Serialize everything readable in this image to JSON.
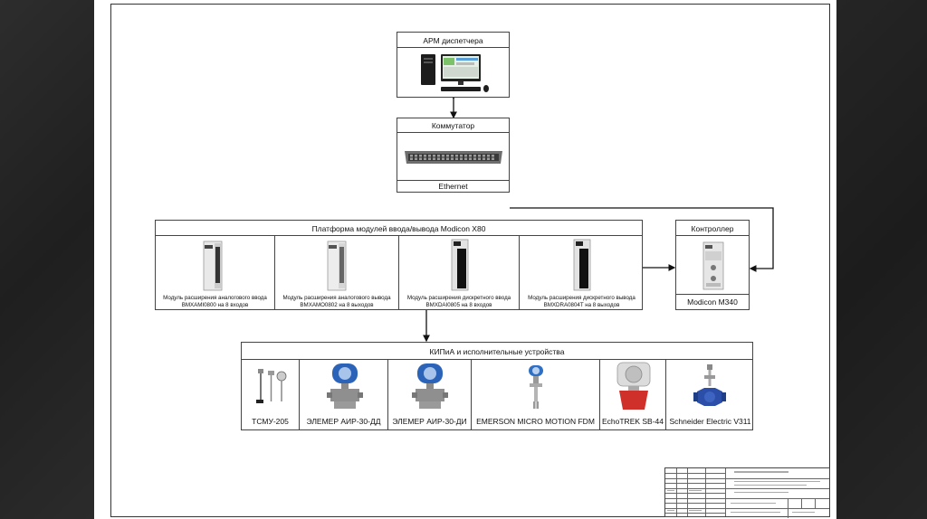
{
  "arm": {
    "title": "АРМ диспетчера",
    "icon": "workstation-icon"
  },
  "switch": {
    "title": "Коммутатор",
    "footer": "Ethernet",
    "icon": "network-switch-icon"
  },
  "platform": {
    "title": "Платформа модулей ввода/вывода Modicon X80",
    "modules": [
      {
        "line1": "Модуль расширения аналогового ввода",
        "line2": "BMXAMI0800 на 8 входов"
      },
      {
        "line1": "Модуль расширения аналогового вывода",
        "line2": "BMXAMO0802 на 8 выходов"
      },
      {
        "line1": "Модуль расширения дискретного ввода",
        "line2": "BMXDAI0805 на 8 входов"
      },
      {
        "line1": "Модуль расширения дискретного вывода",
        "line2": "BMXDRA0804T на 8 выходов"
      }
    ]
  },
  "controller": {
    "title": "Контроллер",
    "label": "Modicon M340"
  },
  "field": {
    "title": "КИПиА и исполнительные устройства",
    "devices": [
      {
        "label": "ТСМУ-205",
        "icon": "thermocouple-icon"
      },
      {
        "label": "ЭЛЕМЕР АИР-30-ДД",
        "icon": "pressure-transmitter-icon"
      },
      {
        "label": "ЭЛЕМЕР АИР-30-ДИ",
        "icon": "pressure-transmitter-icon"
      },
      {
        "label": "EMERSON MICRO MOTION FDM",
        "icon": "density-meter-icon"
      },
      {
        "label": "EchoTREK SB-44",
        "icon": "level-gauge-icon"
      },
      {
        "label": "Schneider Electric V311",
        "icon": "control-valve-icon"
      }
    ]
  },
  "colors": {
    "accent_blue": "#2b63b8",
    "device_red": "#d0302a",
    "module_gray": "#e9e9e9"
  }
}
